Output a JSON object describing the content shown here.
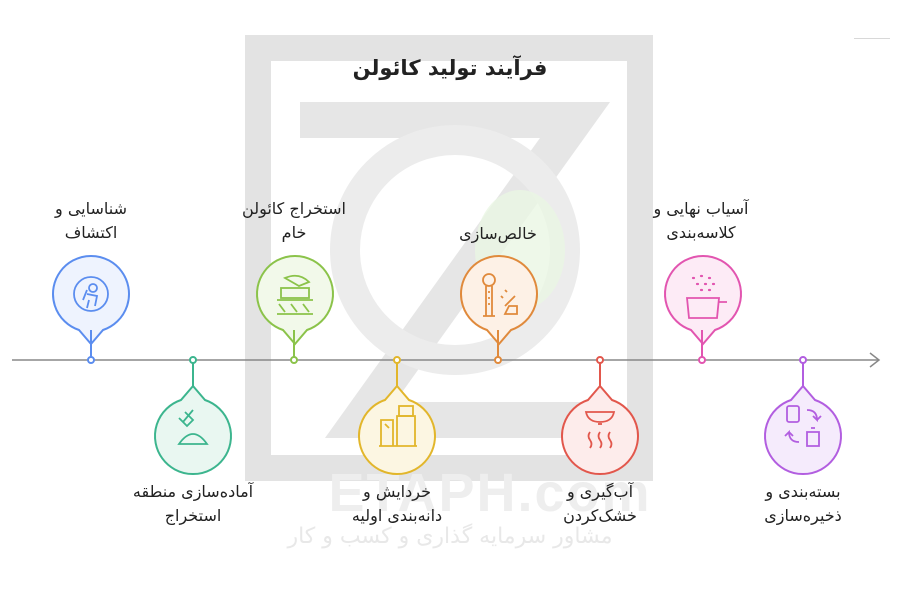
{
  "title": "فرآیند تولید کائولن",
  "watermark": {
    "brand": "ETAPH.com",
    "tagline": "مشاور سرمایه گذاری و کسب و کار"
  },
  "colors": {
    "axis": "#888888",
    "blue": "#5b8def",
    "teal": "#3cb58e",
    "lime": "#8bc34a",
    "yellow": "#e2b62b",
    "orange": "#e08a3c",
    "red": "#e2574c",
    "pink": "#e255b0",
    "purple": "#b25ee0"
  },
  "steps": [
    {
      "label": "شناسایی و\nاکتشاف",
      "icon": "map-pin-person-icon"
    },
    {
      "label": "آماده‌سازی منطقه\nاستخراج",
      "icon": "shovel-dirt-icon"
    },
    {
      "label": "استخراج کائولن\nخام",
      "icon": "mining-machine-icon"
    },
    {
      "label": "خردایش و\nدانه‌بندی اولیه",
      "icon": "crusher-icon"
    },
    {
      "label": "خالص‌سازی",
      "icon": "lab-purification-icon"
    },
    {
      "label": "آب‌گیری و\nخشک‌کردن",
      "icon": "drying-heat-icon"
    },
    {
      "label": "آسیاب نهایی و\nکلاسه‌بندی",
      "icon": "sieve-pot-icon"
    },
    {
      "label": "بسته‌بندی و\nذخیره‌سازی",
      "icon": "package-exchange-icon"
    }
  ]
}
